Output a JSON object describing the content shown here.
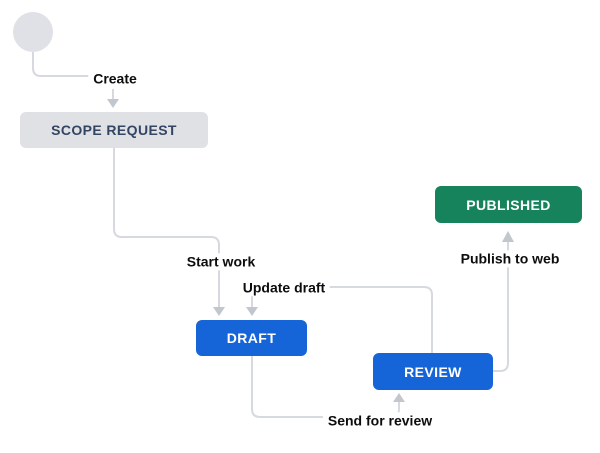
{
  "workflow": {
    "start_node": {
      "color": "#DFE1E6"
    },
    "statuses": [
      {
        "id": "scope-request",
        "label": "SCOPE REQUEST",
        "bg": "#DFE1E5",
        "text_color": "#344563"
      },
      {
        "id": "draft",
        "label": "DRAFT",
        "bg": "#1565D9",
        "text_color": "#FFFFFF"
      },
      {
        "id": "review",
        "label": "REVIEW",
        "bg": "#1565D9",
        "text_color": "#FFFFFF"
      },
      {
        "id": "published",
        "label": "PUBLISHED",
        "bg": "#17835C",
        "text_color": "#FFFFFF"
      }
    ],
    "transitions": [
      {
        "label": "Create",
        "from": "start",
        "to": "scope-request"
      },
      {
        "label": "Start work",
        "from": "scope-request",
        "to": "draft"
      },
      {
        "label": "Update draft",
        "from": "review",
        "to": "draft"
      },
      {
        "label": "Send for review",
        "from": "draft",
        "to": "review"
      },
      {
        "label": "Publish to web",
        "from": "review",
        "to": "published"
      }
    ],
    "colors": {
      "connector": "#D6D9DF",
      "arrowhead": "#C2C7CE",
      "transition_label_text": "#0D0D0D",
      "canvas_bg": "#FFFFFF"
    }
  }
}
